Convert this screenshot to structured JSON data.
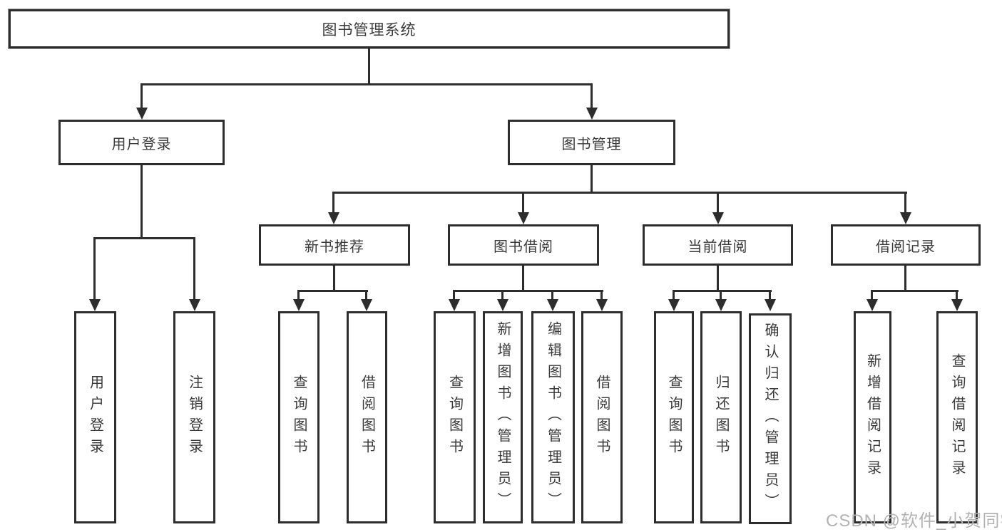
{
  "diagram": {
    "type": "hierarchy-tree",
    "background": "#ffffff",
    "colors": {
      "line": "#2d2d2d",
      "box_border": "#2d2d2d",
      "text": "#3a3a3a",
      "watermark": "#b2b2b2"
    }
  },
  "nodes": {
    "root": "图书管理系统",
    "user_login": "用户登录",
    "book_management": "图书管理",
    "new_book_recommend": "新书推荐",
    "book_borrowing": "图书借阅",
    "current_borrowing": "当前借阅",
    "borrowing_records": "借阅记录",
    "leaf_user_login": "用户登录",
    "leaf_logout": "注销登录",
    "leaf_recommend_query_books": "查询图书",
    "leaf_recommend_borrow_books": "借阅图书",
    "leaf_borrow_query_books": "查询图书",
    "leaf_borrow_add_books": "新增图书（管理员）",
    "leaf_borrow_edit_books": "编辑图书（管理员）",
    "leaf_borrow_borrow_books": "借阅图书",
    "leaf_current_query_books": "查询图书",
    "leaf_current_return_books": "归还图书",
    "leaf_current_confirm_return": "确认归还（管理员）",
    "leaf_records_add_record": "新增借阅记录",
    "leaf_records_query_record": "查询借阅记录"
  },
  "watermark": "CSDN @软件_小贺同学"
}
